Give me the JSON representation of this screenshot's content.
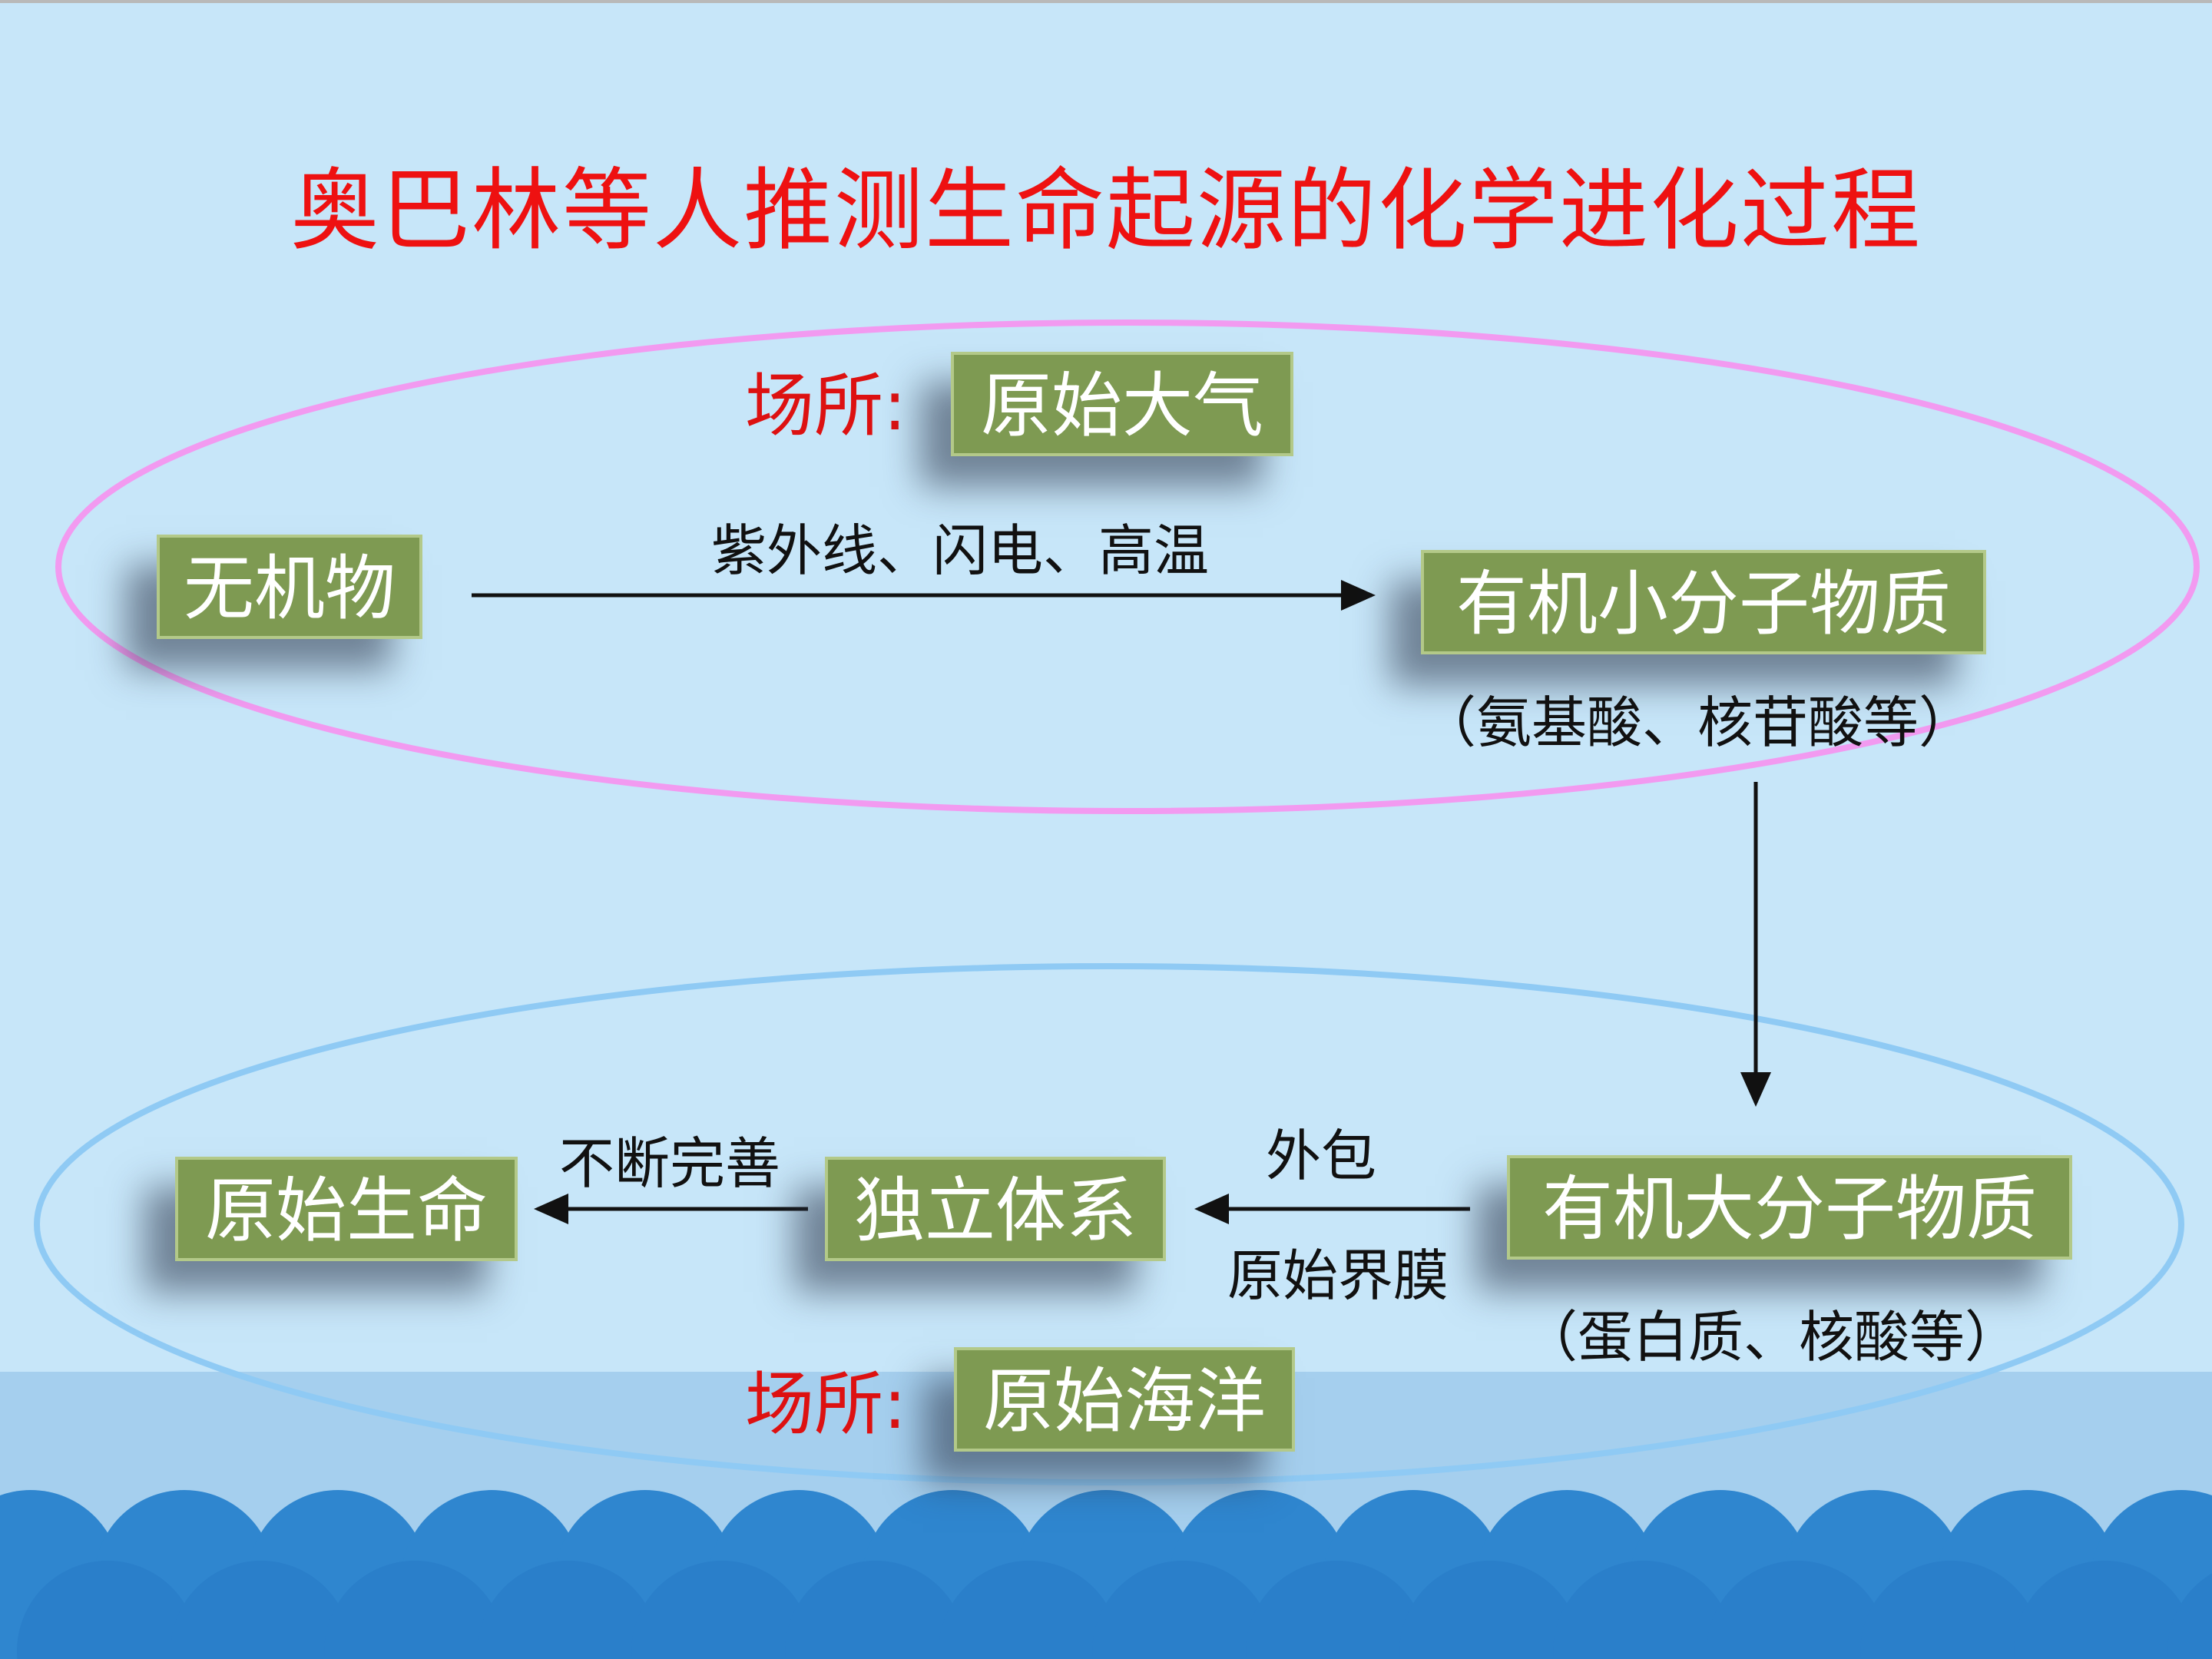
{
  "title": "奥巴林等人推测生命起源的化学进化过程",
  "colors": {
    "background": "#c7e6f9",
    "title": "#ee1111",
    "box_fill": "#7e9a52",
    "box_border": "#b3c989",
    "upper_ellipse": "#f29af0",
    "lower_ellipse": "#8fcaf4",
    "sea": "#2f86cf"
  },
  "upper": {
    "place_label": "场所:",
    "place": "原始大气",
    "start": "无机物",
    "condition": "紫外线、闪电、高温",
    "product": "有机小分子物质",
    "product_note": "（氨基酸、核苷酸等）"
  },
  "lower": {
    "place_label": "场所:",
    "place": "原始海洋",
    "macromolecule": "有机大分子物质",
    "macromolecule_note": "（蛋白质、核酸等）",
    "wrap_label": "外包",
    "membrane_label": "原始界膜",
    "system": "独立体系",
    "improve_label": "不断完善",
    "life": "原始生命"
  }
}
